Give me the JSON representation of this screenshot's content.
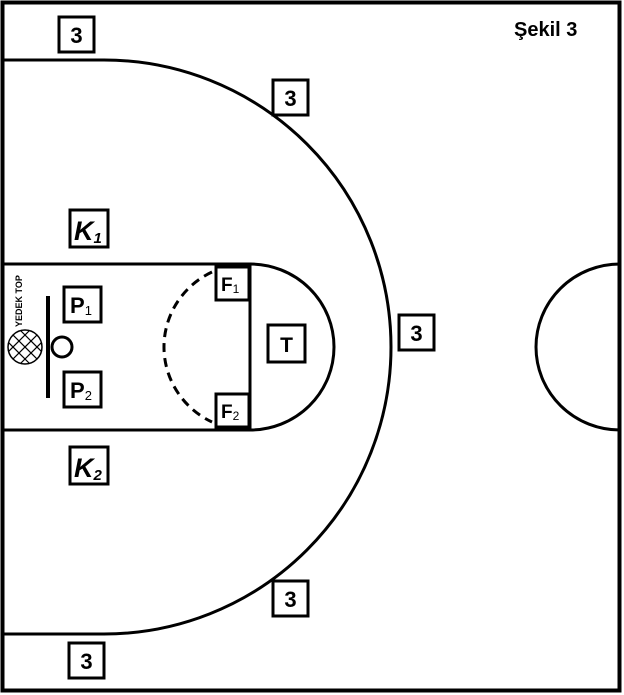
{
  "figure_title": "Şekil 3",
  "spare_ball_label": "YEDEK TOP",
  "three_point_label": "3",
  "positions": {
    "k1": {
      "letter": "K",
      "sub": "1"
    },
    "k2": {
      "letter": "K",
      "sub": "2"
    },
    "p1": {
      "letter": "P",
      "sub": "1"
    },
    "p2": {
      "letter": "P",
      "sub": "2"
    },
    "f1": {
      "letter": "F",
      "sub": "1"
    },
    "f2": {
      "letter": "F",
      "sub": "2"
    },
    "t": {
      "letter": "T"
    }
  },
  "colors": {
    "line": "#000000",
    "background": "#ffffff"
  },
  "icons": [
    "basketball-icon",
    "basket-hoop-icon",
    "backboard-icon"
  ]
}
